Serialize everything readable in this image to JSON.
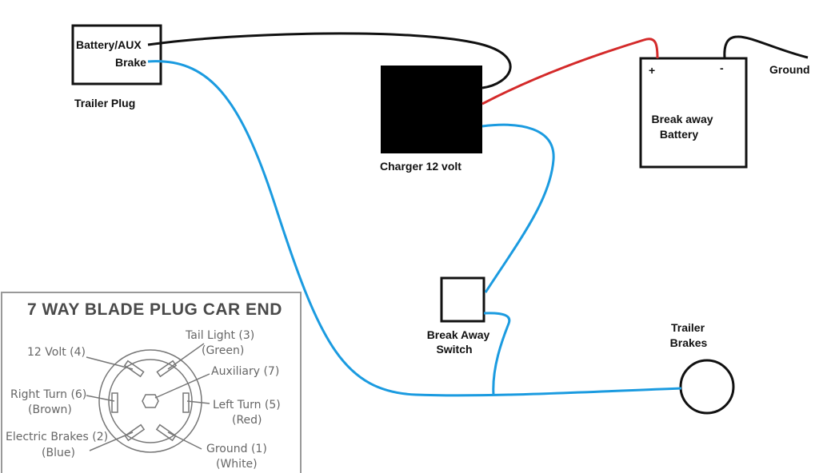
{
  "colors": {
    "wire_black": "#111111",
    "wire_red": "#d42a2a",
    "wire_blue": "#1b9be0",
    "charger_fill": "#000000",
    "plug_diagram_gray": "#777777"
  },
  "trailer_plug": {
    "pin_battery": "Battery/AUX",
    "pin_brake": "Brake",
    "caption": "Trailer Plug"
  },
  "charger": {
    "caption": "Charger 12 volt"
  },
  "battery": {
    "plus": "+",
    "minus": "-",
    "line1": "Break away",
    "line2": "Battery",
    "ground": "Ground"
  },
  "switch": {
    "line1": "Break Away",
    "line2": "Switch"
  },
  "brakes": {
    "line1": "Trailer",
    "line2": "Brakes"
  },
  "plug_diagram": {
    "title": "7 WAY BLADE PLUG CAR END",
    "tail_light": "Tail Light (3)",
    "tail_light_color": "(Green)",
    "twelve_volt": "12 Volt (4)",
    "auxiliary": "Auxiliary (7)",
    "right_turn": "Right Turn (6)",
    "right_turn_color": "(Brown)",
    "left_turn": "Left Turn (5)",
    "left_turn_color": "(Red)",
    "electric_brakes": "Electric Brakes (2)",
    "electric_brakes_color": "(Blue)",
    "ground": "Ground (1)",
    "ground_color": "(White)"
  }
}
